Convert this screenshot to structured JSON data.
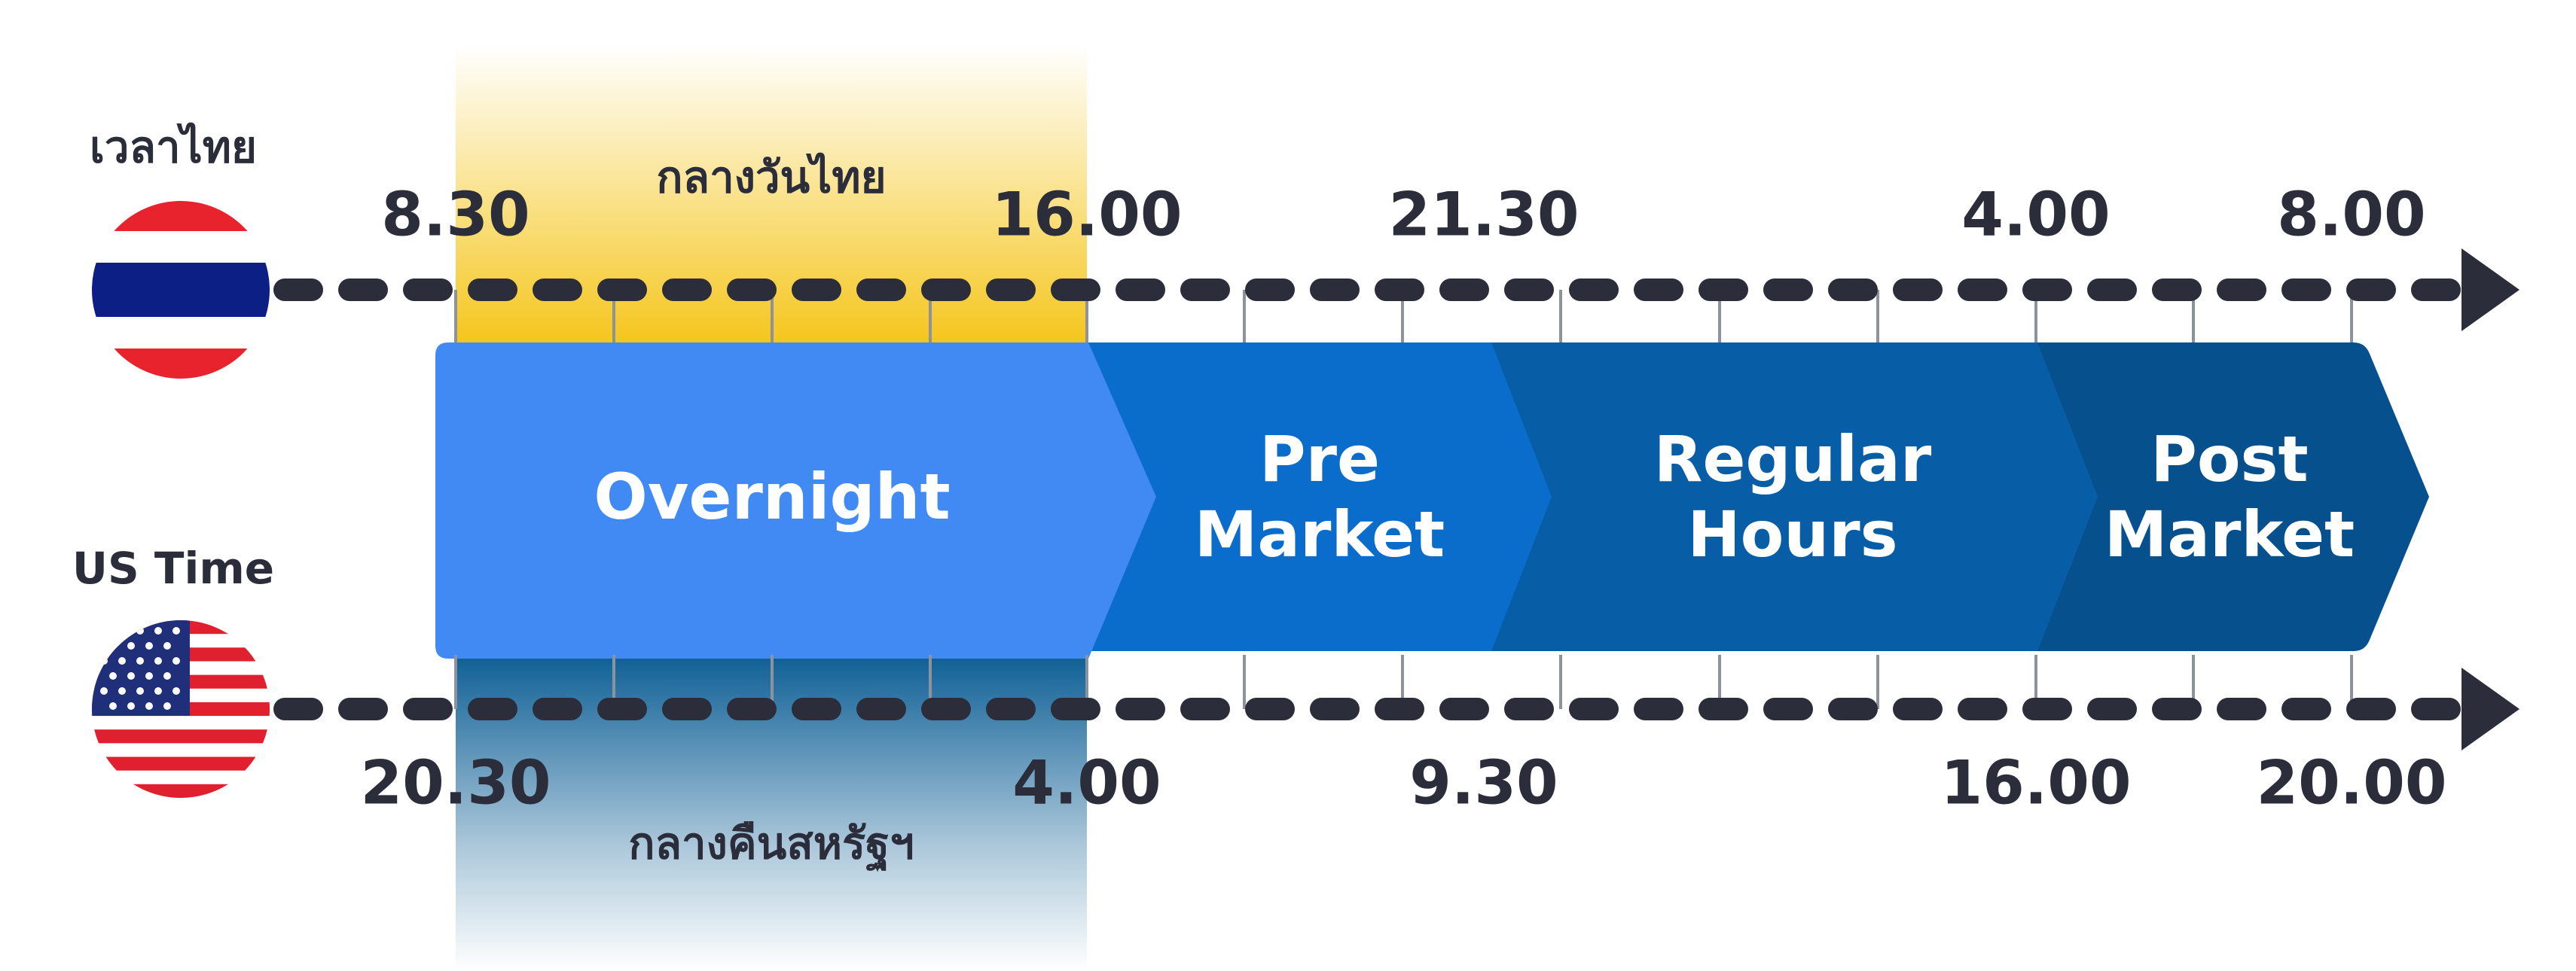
{
  "thai": {
    "label": "เวลาไทย",
    "daytime_label": "กลางวันไทย",
    "times": [
      "8.30",
      "16.00",
      "21.30",
      "4.00",
      "8.00"
    ]
  },
  "us": {
    "label": "US Time",
    "night_label": "กลางคืนสหรัฐฯ",
    "times": [
      "20.30",
      "4.00",
      "9.30",
      "16.00",
      "20.00"
    ]
  },
  "phases": [
    {
      "line1": "Overnight",
      "line2": ""
    },
    {
      "line1": "Pre",
      "line2": "Market"
    },
    {
      "line1": "Regular",
      "line2": "Hours"
    },
    {
      "line1": "Post",
      "line2": "Market"
    }
  ],
  "colors": {
    "overnight": "#418af4",
    "pre_market": "#0a6ccb",
    "regular_hours": "#075ea7",
    "post_market": "#05508d",
    "axis": "#2b2e3a",
    "daytime_band": "#f5c61e",
    "night_band": "#0e5f95"
  },
  "icons": {
    "thai_flag": "thailand-flag-icon",
    "us_flag": "usa-flag-icon",
    "axis_end": "arrow-right-icon"
  }
}
